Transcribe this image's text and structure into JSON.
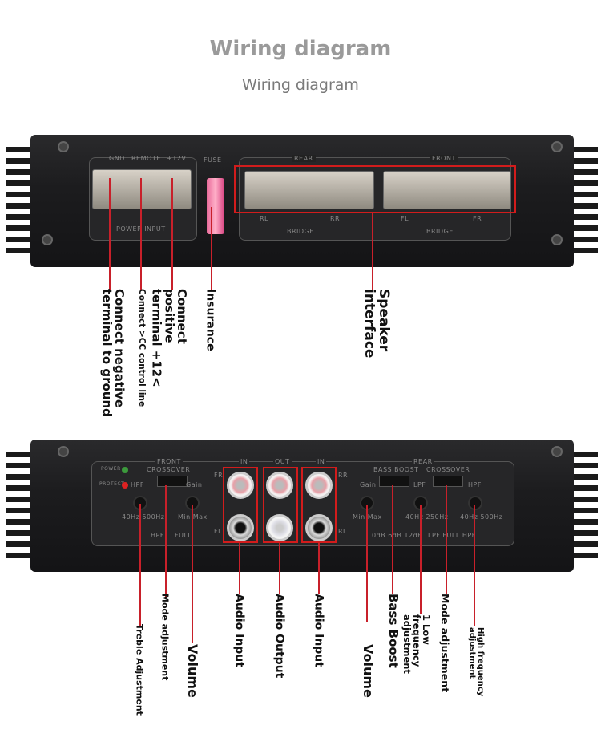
{
  "title": "Wiring diagram",
  "subtitle": "Wiring diagram",
  "top_amp": {
    "panel_labels": {
      "gnd": "GND",
      "remote": "REMOTE",
      "v12": "+12V",
      "fuse": "FUSE",
      "rear": "REAR",
      "front": "FRONT",
      "power_input": "POWER INPUT",
      "rl": "RL",
      "rr": "RR",
      "fl": "FL",
      "fr": "FR",
      "bridge": "BRIDGE"
    },
    "callouts": {
      "ground": "Connect negative terminal to ground",
      "remote": "Connect >CC control line",
      "positive": "Connect positive terminal +12<",
      "fuse": "Insurance",
      "speaker": "Speaker interface"
    }
  },
  "bottom_amp": {
    "panel_labels": {
      "front": "FRONT",
      "crossover": "CROSSOVER",
      "power": "POWER",
      "protect": "PROTECT",
      "hpf": "HPF",
      "gain": "Gain",
      "hz40": "40Hz",
      "hz500": "500Hz",
      "min": "Min",
      "max": "Max",
      "full": "FULL",
      "in": "IN",
      "out": "OUT",
      "fr": "FR",
      "fl": "FL",
      "rr": "RR",
      "rl": "RL",
      "rear": "REAR",
      "bass_boost": "BASS BOOST",
      "lpf": "LPF",
      "hz250": "250Hz",
      "db0": "0dB",
      "db6": "6dB",
      "db12": "12dB",
      "lpf_full_hpf": "LPF FULL HPF"
    },
    "callouts": {
      "treble": "Treble Adjustment",
      "mode1": "Mode adjustment",
      "volume1": "Volume",
      "audio_in1": "Audio Input",
      "audio_out": "Audio Output",
      "audio_in2": "Audio Input",
      "volume2": "Volume",
      "bass_boost": "Bass Boost",
      "low_freq": "1 Low frequency adjustment",
      "mode2": "Mode adjustment",
      "high_freq": "High frequency adjustment"
    }
  },
  "colors": {
    "accent": "#d21c1c",
    "title": "#9a9a9a"
  }
}
